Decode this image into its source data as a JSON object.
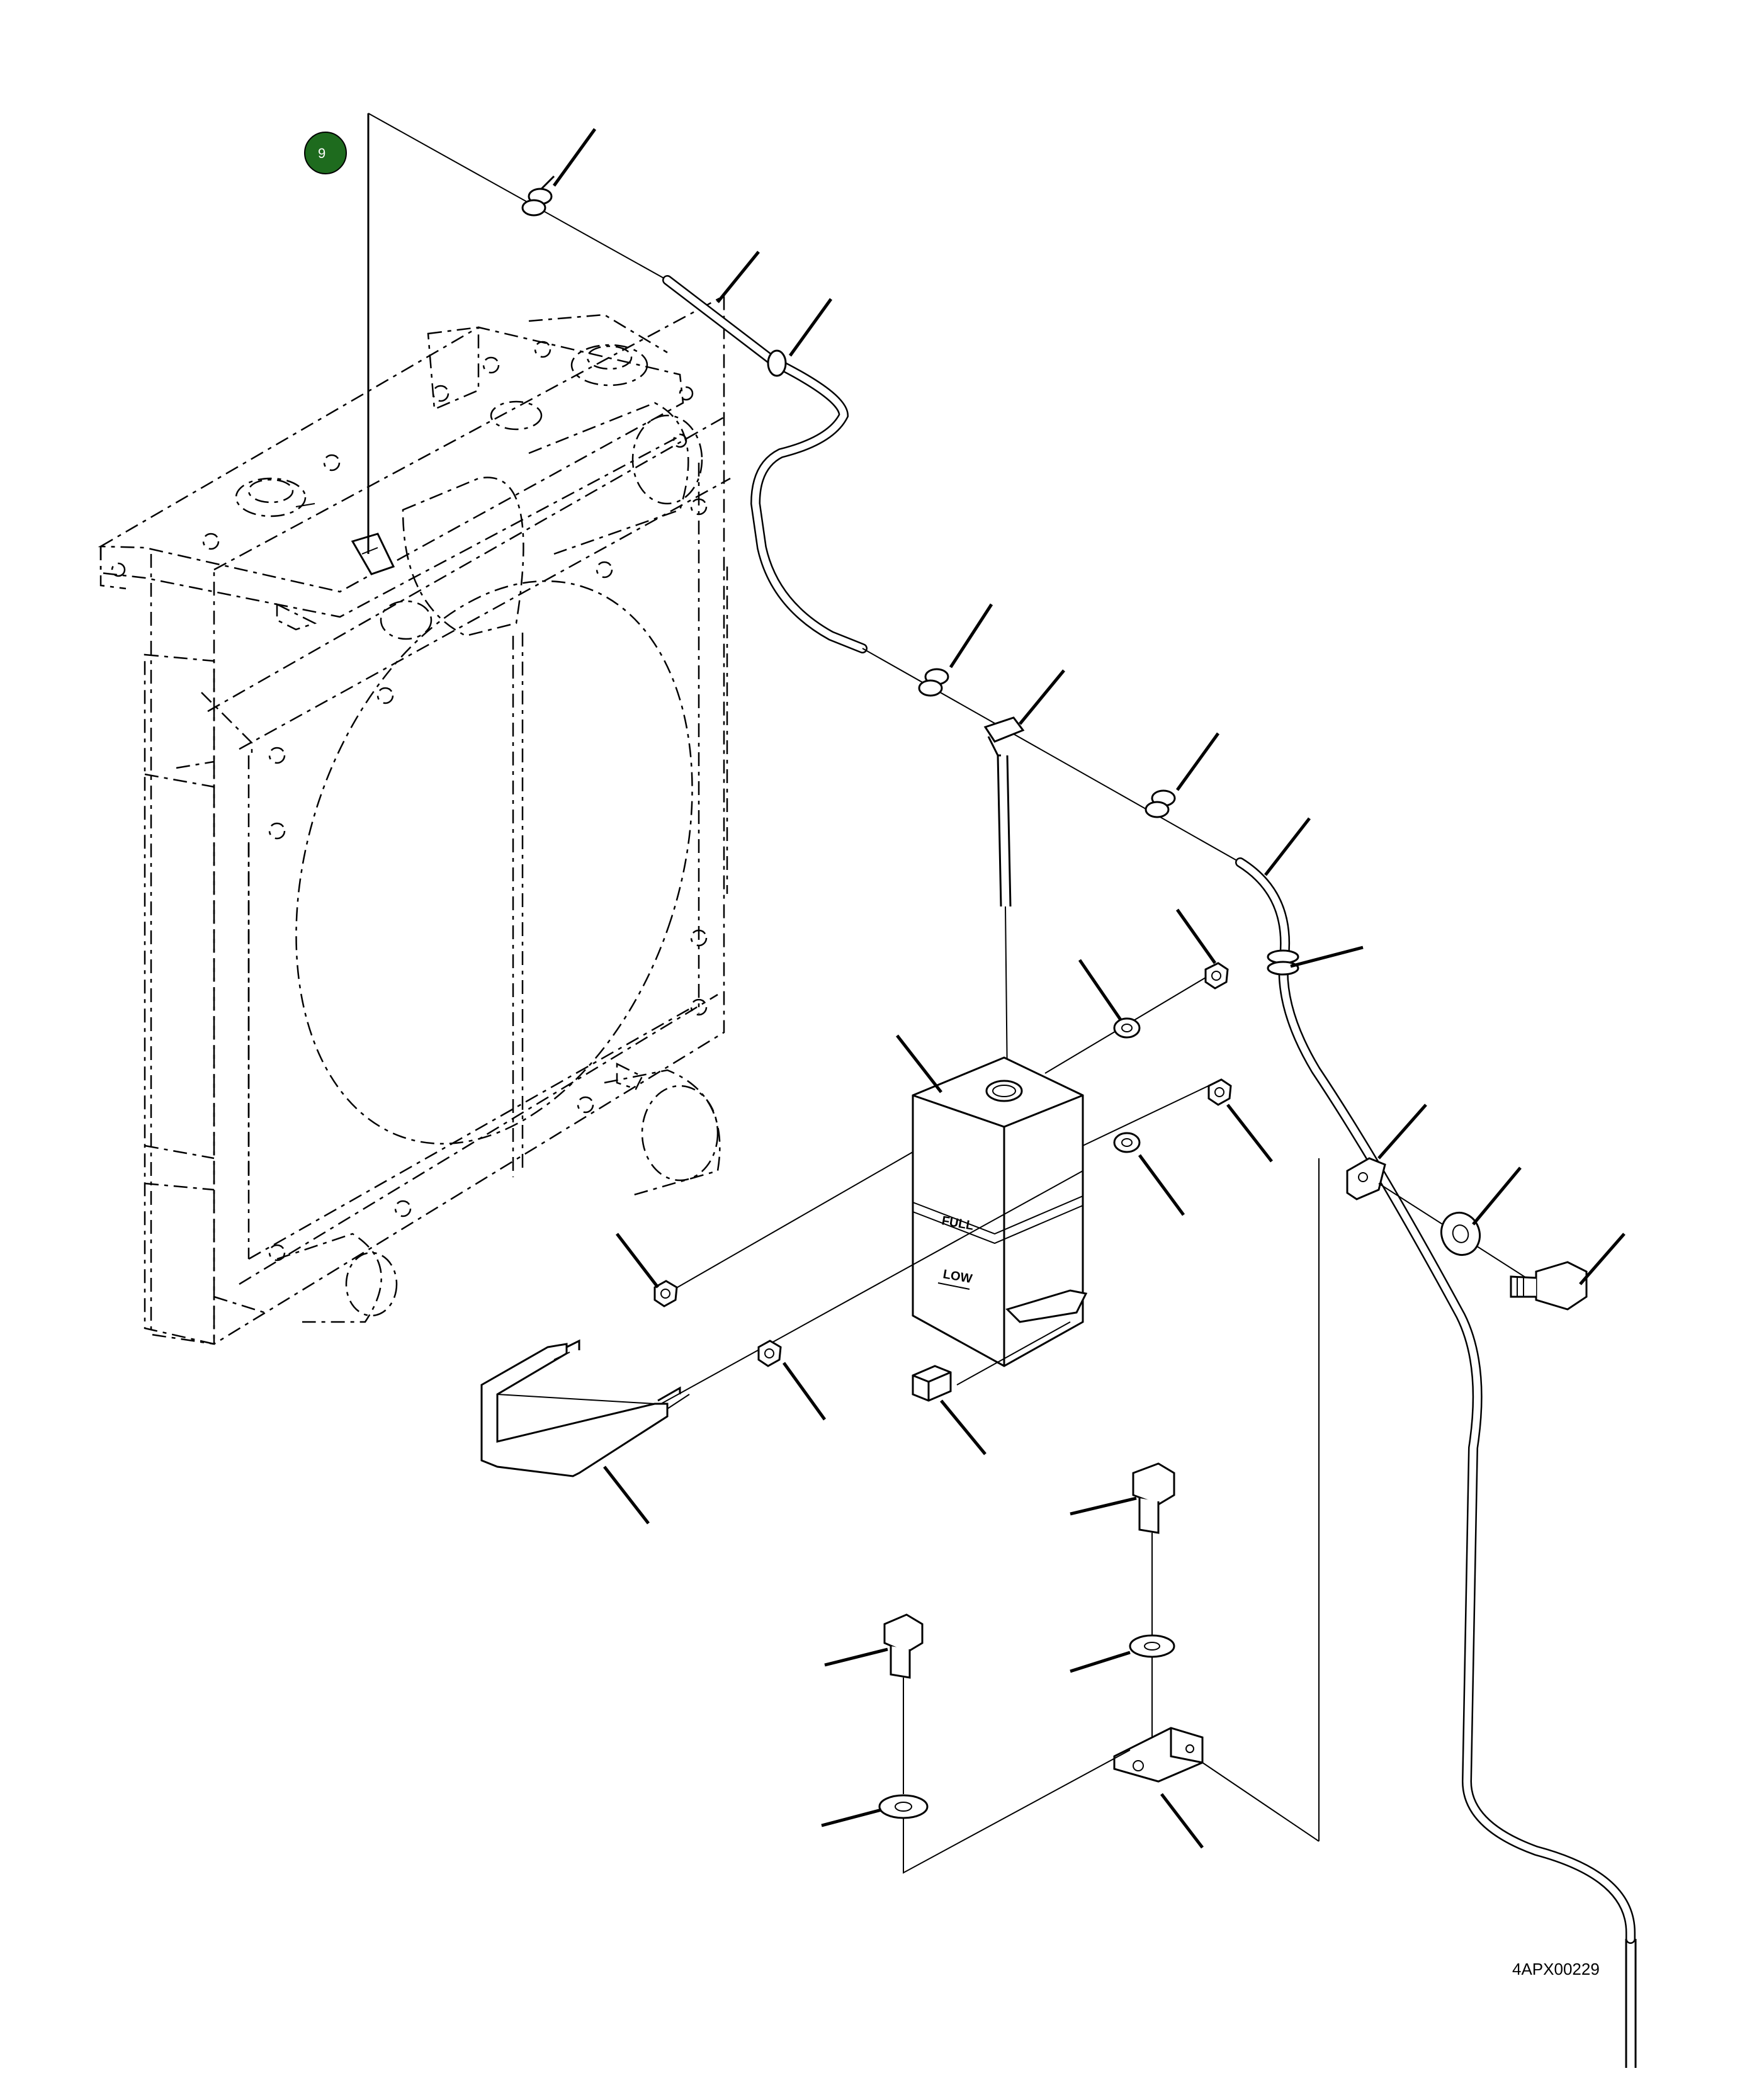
{
  "figure": {
    "callout": {
      "label": "9",
      "color": "#1e6b1e"
    },
    "tank_labels": {
      "full": "FULL",
      "low": "LOW"
    },
    "figure_id": "4APX00229"
  },
  "colors": {
    "line": "#000000",
    "background": "#ffffff",
    "callout_fill": "#1e6b1e"
  }
}
